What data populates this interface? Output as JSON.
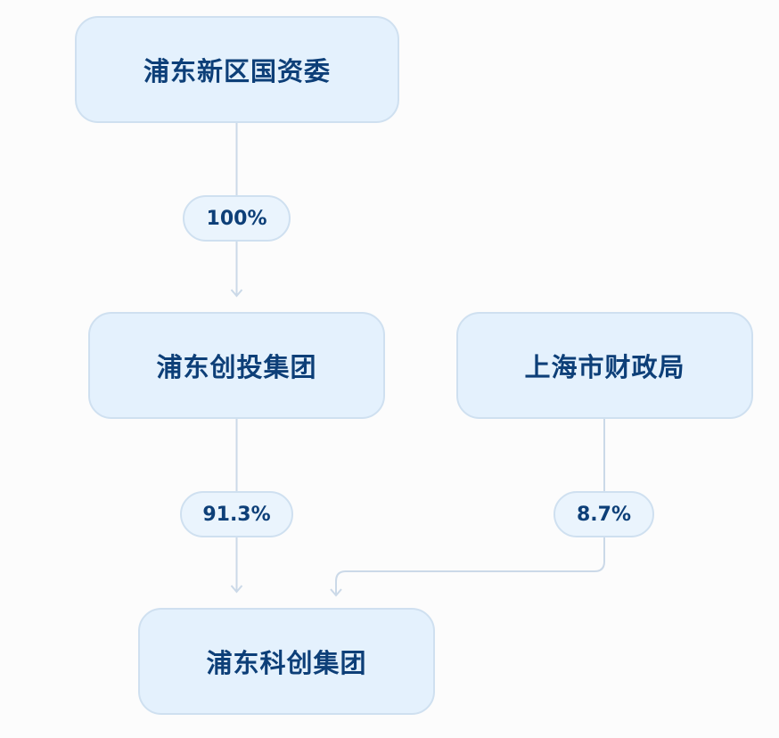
{
  "nodes": {
    "pudong_sasac": "浦东新区国资委",
    "pudong_venture_group": "浦东创投集团",
    "shanghai_finance_bureau": "上海市财政局",
    "pudong_tech_group": "浦东科创集团"
  },
  "edges": {
    "sasac_to_venture": "100%",
    "venture_to_tech": "91.3%",
    "finance_to_tech": "8.7%"
  },
  "colors": {
    "node_fill": "#e4f1fd",
    "node_border": "#cfe0f0",
    "text": "#0d3f78",
    "edge": "#cbd9e8",
    "background": "#fcfcfc"
  }
}
